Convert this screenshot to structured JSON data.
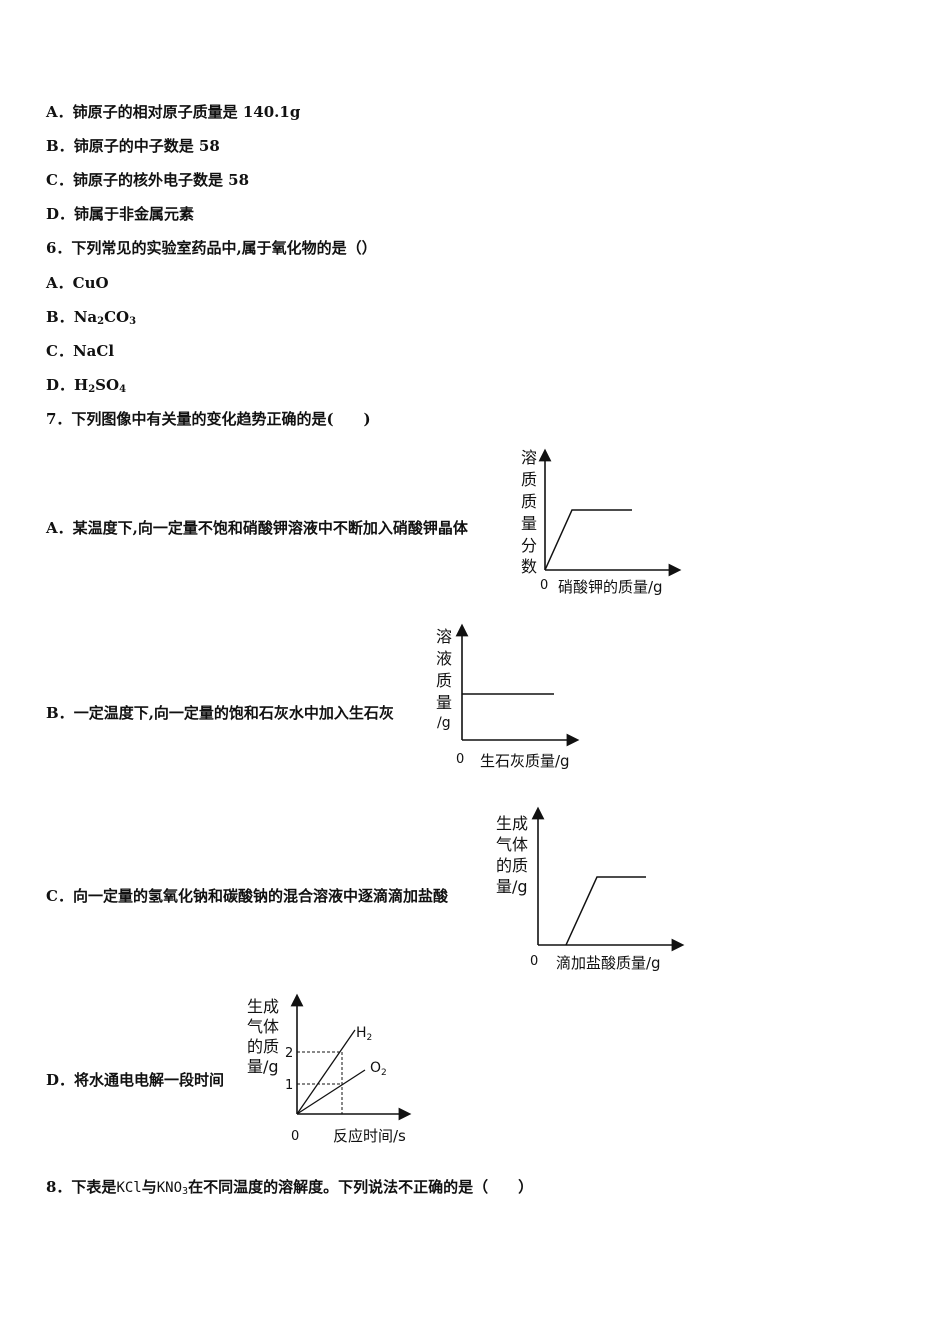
{
  "q5_options": [
    {
      "label": "A．",
      "text": "铈原子的相对原子质量是 140.1g"
    },
    {
      "label": "B．",
      "text": "铈原子的中子数是 58"
    },
    {
      "label": "C．",
      "text": "铈原子的核外电子数是 58"
    },
    {
      "label": "D．",
      "text": "铈属于非金属元素"
    }
  ],
  "q6": {
    "stem": "6．下列常见的实验室药品中,属于氧化物的是（）",
    "options": [
      {
        "label": "A．",
        "text": "CuO"
      },
      {
        "label": "B．",
        "text_parts": [
          "Na",
          "2",
          "CO",
          "3"
        ]
      },
      {
        "label": "C．",
        "text": "NaCl"
      },
      {
        "label": "D．",
        "text_parts": [
          "H",
          "2",
          "SO",
          "4"
        ]
      }
    ]
  },
  "q7": {
    "stem": "7．下列图像中有关量的变化趋势正确的是(　　)",
    "options": [
      {
        "label": "A．",
        "text": "某温度下,向一定量不饱和硝酸钾溶液中不断加入硝酸钾晶体"
      },
      {
        "label": "B．",
        "text": "一定温度下,向一定量的饱和石灰水中加入生石灰"
      },
      {
        "label": "C．",
        "text": "向一定量的氢氧化钠和碳酸钠的混合溶液中逐滴滴加盐酸"
      },
      {
        "label": "D．",
        "text": "将水通电电解一段时间"
      }
    ],
    "graphs": {
      "a": {
        "ylabel": [
          "溶",
          "质",
          "质",
          "量",
          "分",
          "数"
        ],
        "origin": "0",
        "xlabel": "硝酸钾的质量/g"
      },
      "b": {
        "ylabel": [
          "溶",
          "液",
          "质",
          "量",
          "/g"
        ],
        "origin": "0",
        "xlabel": "生石灰质量/g"
      },
      "c": {
        "ylabel": [
          "生成",
          "气体",
          "的质",
          "量/g"
        ],
        "origin": "0",
        "xlabel": "滴加盐酸质量/g"
      },
      "d": {
        "ylabel": [
          "生成",
          "气体",
          "的质",
          "量/g"
        ],
        "origin": "0",
        "xlabel": "反应时间/s",
        "tick2": "2",
        "tick1": "1",
        "h2": [
          "H",
          "2"
        ],
        "o2": [
          "O",
          "2"
        ]
      }
    }
  },
  "q8": {
    "prefix": "8．下表是",
    "kcl": "KCl",
    "mid": "与",
    "kno3": [
      "KNO",
      "3"
    ],
    "suffix": "在不同温度的溶解度。下列说法不正确的是（　　）"
  }
}
